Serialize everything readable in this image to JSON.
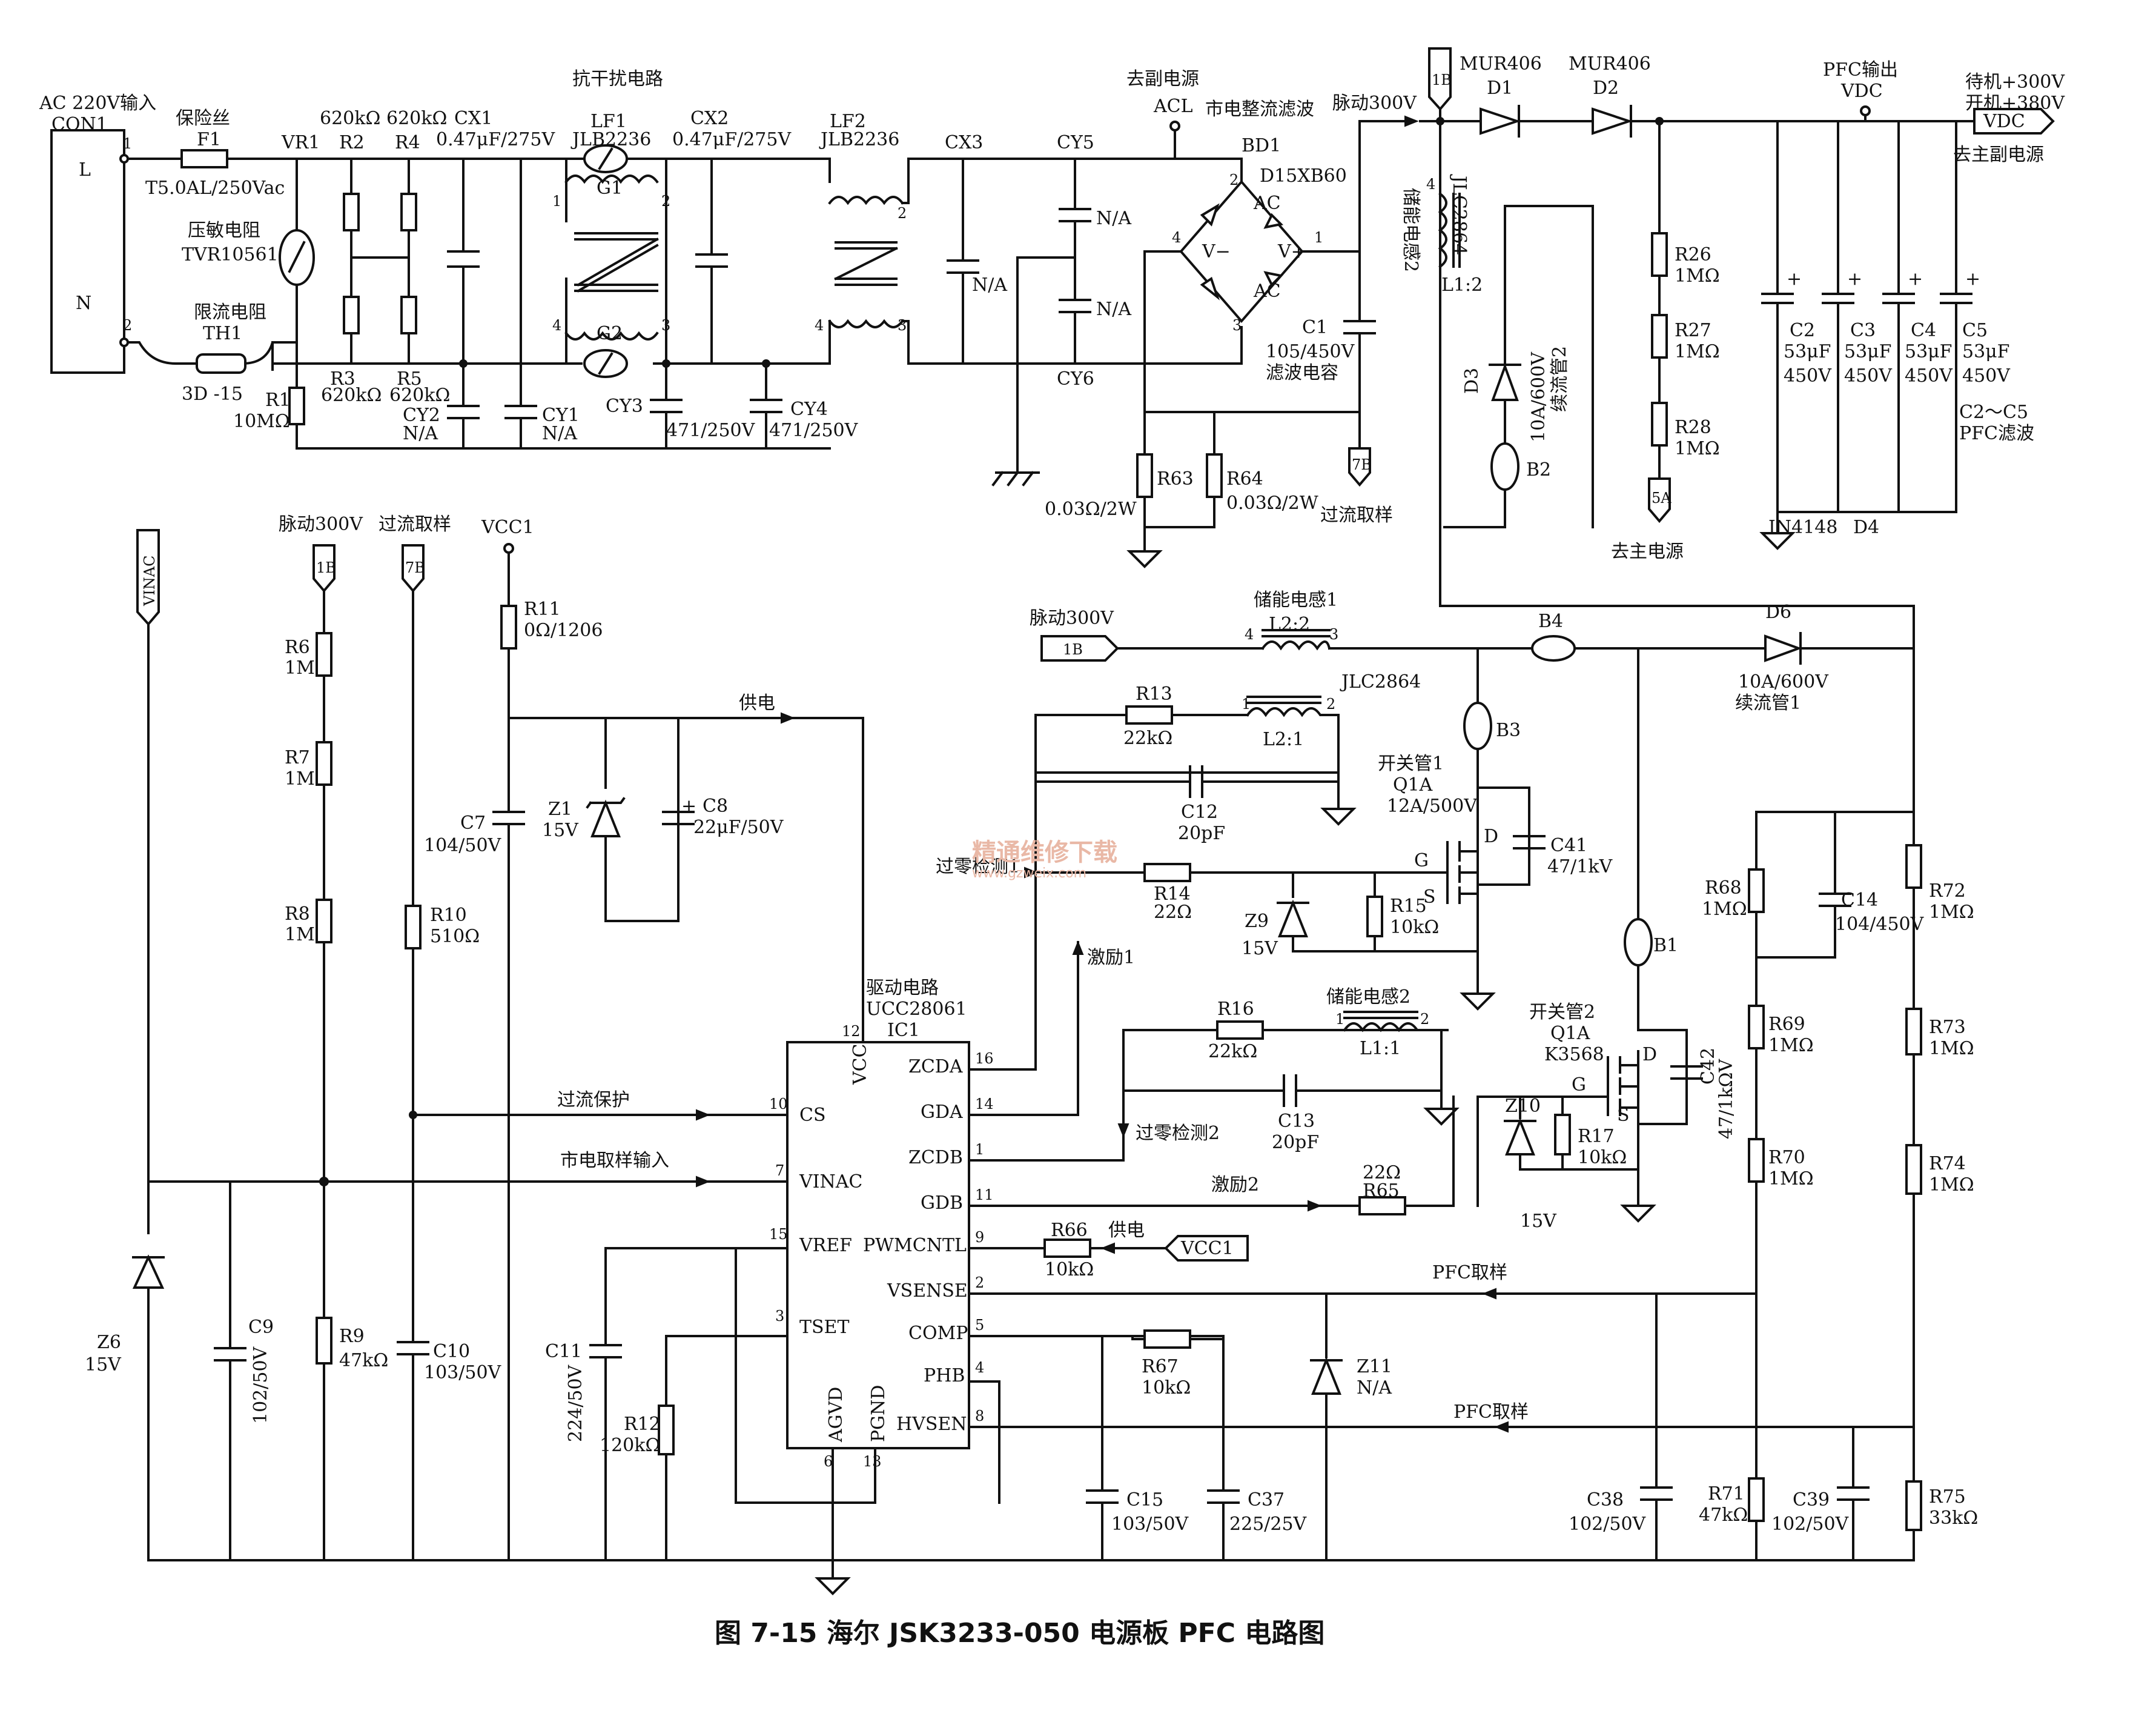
{
  "caption": "图 7-15    海尔 JSK3233-050 电源板 PFC 电路图",
  "watermark": {
    "line1": "精通维修下载",
    "line2": "www.gzweix.com"
  },
  "input": {
    "title": "AC 220V输入",
    "con": "CON1",
    "L": "L",
    "N": "N",
    "pin1": "1",
    "pin2": "2"
  },
  "fuse": {
    "name": "保险丝",
    "ref": "F1",
    "spec": "T5.0AL/250Vac"
  },
  "varistor": {
    "name": "压敏电阻",
    "part": "TVR10561",
    "ref": "VR1"
  },
  "thermistor": {
    "name": "限流电阻",
    "ref": "TH1",
    "spec": "3D -15"
  },
  "r1": {
    "ref": "R1",
    "val": "10MΩ"
  },
  "r2": {
    "ref": "R2",
    "val": "620kΩ"
  },
  "r4": {
    "ref": "R4",
    "val": "620kΩ"
  },
  "r3": {
    "ref": "R3",
    "val": "620kΩ"
  },
  "r5": {
    "ref": "R5",
    "val": "620kΩ"
  },
  "cx1": {
    "ref": "CX1",
    "val": "0.47μF/275V"
  },
  "cx2": {
    "ref": "CX2",
    "val": "0.47μF/275V"
  },
  "cx3": {
    "ref": "CX3",
    "val": "N/A"
  },
  "cy1": {
    "ref": "CY1",
    "val": "N/A"
  },
  "cy2": {
    "ref": "CY2",
    "val": "N/A"
  },
  "cy3": {
    "ref": "CY3",
    "val": "471/250V"
  },
  "cy4": {
    "ref": "CY4",
    "val": "471/250V"
  },
  "cy5": {
    "ref": "CY5",
    "val": "N/A"
  },
  "cy6": {
    "ref": "CY6",
    "val": "N/A"
  },
  "emi": {
    "title": "抗干扰电路",
    "lf1": "LF1",
    "lf1p": "JLB2236",
    "lf2": "LF2",
    "lf2p": "JLB2236",
    "g1": "G1",
    "g2": "G2",
    "p1": "1",
    "p2": "2",
    "p3": "3",
    "p4": "4"
  },
  "aux": {
    "label": "去副电源",
    "acl": "ACL"
  },
  "bridge": {
    "title": "市电整流滤波",
    "ref": "BD1",
    "part": "D15XB60",
    "ac1": "AC",
    "ac2": "AC",
    "vm": "V−",
    "vp": "V+",
    "p1": "1",
    "p2": "2",
    "p3": "3",
    "p4": "4"
  },
  "c1": {
    "ref": "C1",
    "val": "105/450V",
    "name": "滤波电容"
  },
  "r63": {
    "ref": "R63",
    "val": "0.03Ω/2W"
  },
  "r64": {
    "ref": "R64",
    "val": "0.03Ω/2W"
  },
  "ocs": {
    "label": "过流取样",
    "tag": "7B"
  },
  "pulse": {
    "label": "脉动300V",
    "tag": "1B"
  },
  "d1": {
    "part": "MUR406",
    "ref": "D1"
  },
  "d2": {
    "part": "MUR406",
    "ref": "D2"
  },
  "l1main": {
    "name": "储能电感2",
    "part": "JLC2864",
    "winding": "L1:2",
    "pin": "4"
  },
  "d3": {
    "ref": "D3",
    "spec": "10A/600V",
    "name": "续流管2"
  },
  "b2": "B2",
  "r26": {
    "ref": "R26",
    "val": "1MΩ"
  },
  "r27": {
    "ref": "R27",
    "val": "1MΩ"
  },
  "r28": {
    "ref": "R28",
    "val": "1MΩ"
  },
  "main_psu": {
    "tag": "5A",
    "label": "去主电源"
  },
  "pfc_out": {
    "label": "PFC输出",
    "vdc": "VDC",
    "standby": "待机+300V",
    "on": "开机+380V",
    "tag": "VDC",
    "to": "去主副电源"
  },
  "c2": {
    "ref": "C2",
    "val1": "53μF",
    "val2": "450V"
  },
  "c3": {
    "ref": "C3",
    "val1": "53μF",
    "val2": "450V"
  },
  "c4": {
    "ref": "C4",
    "val1": "53μF",
    "val2": "450V"
  },
  "c5": {
    "ref": "C5",
    "val1": "53μF",
    "val2": "450V"
  },
  "c2c5": {
    "l1": "C2～C5",
    "l2": "PFC滤波"
  },
  "d4": {
    "part": "IN4148",
    "ref": "D4"
  },
  "left": {
    "vinac": "VINAC",
    "pulse": "脉动300V",
    "tag1b": "1B",
    "ocs": "过流取样",
    "tag7b": "7B",
    "vcc1": "VCC1"
  },
  "r6": {
    "ref": "R6",
    "val": "1M"
  },
  "r7": {
    "ref": "R7",
    "val": "1M"
  },
  "r8": {
    "ref": "R8",
    "val": "1M"
  },
  "r9": {
    "ref": "R9",
    "val": "47kΩ"
  },
  "r10": {
    "ref": "R10",
    "val": "510Ω"
  },
  "r11": {
    "ref": "R11",
    "val": "0Ω/1206"
  },
  "r12": {
    "ref": "R12",
    "val": "120kΩ"
  },
  "c7": {
    "ref": "C7",
    "val": "104/50V"
  },
  "c8": {
    "ref": "C8",
    "val": "22μF/50V"
  },
  "c9": {
    "ref": "C9",
    "val": "102/50V"
  },
  "c10": {
    "ref": "C10",
    "val": "103/50V"
  },
  "c11": {
    "ref": "C11",
    "val": "224/50V"
  },
  "z1": {
    "ref": "Z1",
    "val": "15V"
  },
  "z6": {
    "ref": "Z6",
    "val": "15V"
  },
  "supply": "供电",
  "ic": {
    "title": "驱动电路",
    "part": "UCC28061",
    "ref": "IC1",
    "vcc": "VCC",
    "cs": "CS",
    "vinac": "VINAC",
    "vref": "VREF",
    "tset": "TSET",
    "agvd": "AGVD",
    "pgnd": "PGND",
    "zcda": "ZCDA",
    "gda": "GDA",
    "zcdb": "ZCDB",
    "gdb": "GDB",
    "pwm": "PWMCNTL",
    "vsense": "VSENSE",
    "comp": "COMP",
    "phb": "PHB",
    "hvsen": "HVSEN",
    "p12": "12",
    "p10": "10",
    "p7": "7",
    "p15": "15",
    "p3": "3",
    "p6": "6",
    "p13": "13",
    "p16": "16",
    "p14": "14",
    "p1": "1",
    "p11": "11",
    "p9": "9",
    "p2": "2",
    "p5": "5",
    "p4": "4",
    "p8": "8"
  },
  "sig": {
    "ocp": "过流保护",
    "mains": "市电取样输入",
    "zcd1": "过零检测1",
    "zcd2": "过零检测2",
    "drv1": "激励1",
    "drv2": "激励2",
    "pfcs1": "PFC取样",
    "pfcs2": "PFC取样",
    "supply2": "供电",
    "vcc1tag": "VCC1"
  },
  "l2": {
    "name": "储能电感1",
    "w1": "L2:2",
    "p4": "4",
    "p3": "3",
    "part": "JLC2864",
    "w2": "L2:1",
    "p1": "1",
    "p2": "2",
    "pulse": "脉动300V",
    "tag": "1B"
  },
  "l1aux": {
    "name": "储能电感2",
    "w": "L1:1",
    "p1": "1",
    "p2": "2"
  },
  "b1": "B1",
  "b3": "B3",
  "b4": "B4",
  "d6": {
    "ref": "D6",
    "spec": "10A/600V",
    "name": "续流管1"
  },
  "q1": {
    "name": "开关管1",
    "ref": "Q1A",
    "spec": "12A/500V",
    "g": "G",
    "d": "D",
    "s": "S"
  },
  "q2": {
    "name": "开关管2",
    "ref": "Q1A",
    "part": "K3568",
    "g": "G",
    "d": "D",
    "s": "S"
  },
  "r13": {
    "ref": "R13",
    "val": "22kΩ"
  },
  "r14": {
    "ref": "R14",
    "val": "22Ω"
  },
  "r15": {
    "ref": "R15",
    "val": "10kΩ"
  },
  "r16": {
    "ref": "R16",
    "val": "22kΩ"
  },
  "r17": {
    "ref": "R17",
    "val": "10kΩ"
  },
  "r65": {
    "ref": "R65",
    "val": "22Ω"
  },
  "r66": {
    "ref": "R66",
    "val": "10kΩ"
  },
  "r67": {
    "ref": "R67",
    "val": "10kΩ"
  },
  "c12": {
    "ref": "C12",
    "val": "20pF"
  },
  "c13": {
    "ref": "C13",
    "val": "20pF"
  },
  "c41": {
    "ref": "C41",
    "val": "47/1kV"
  },
  "c42": {
    "ref": "C42",
    "val": "47/1kΩV"
  },
  "z9": {
    "ref": "Z9",
    "val": "15V"
  },
  "z10": {
    "ref": "Z10",
    "val": "15V"
  },
  "z11": {
    "ref": "Z11",
    "val": "N/A"
  },
  "c14": {
    "ref": "C14",
    "val": "104/450V"
  },
  "c15": {
    "ref": "C15",
    "val": "103/50V"
  },
  "c37": {
    "ref": "C37",
    "val": "225/25V"
  },
  "c38": {
    "ref": "C38",
    "val": "102/50V"
  },
  "c39": {
    "ref": "C39",
    "val": "102/50V"
  },
  "r68": {
    "ref": "R68",
    "val": "1MΩ"
  },
  "r69": {
    "ref": "R69",
    "val": "1MΩ"
  },
  "r70": {
    "ref": "R70",
    "val": "1MΩ"
  },
  "r71": {
    "ref": "R71",
    "val": "47kΩ"
  },
  "r72": {
    "ref": "R72",
    "val": "1MΩ"
  },
  "r73": {
    "ref": "R73",
    "val": "1MΩ"
  },
  "r74": {
    "ref": "R74",
    "val": "1MΩ"
  },
  "r75": {
    "ref": "R75",
    "val": "33kΩ"
  }
}
